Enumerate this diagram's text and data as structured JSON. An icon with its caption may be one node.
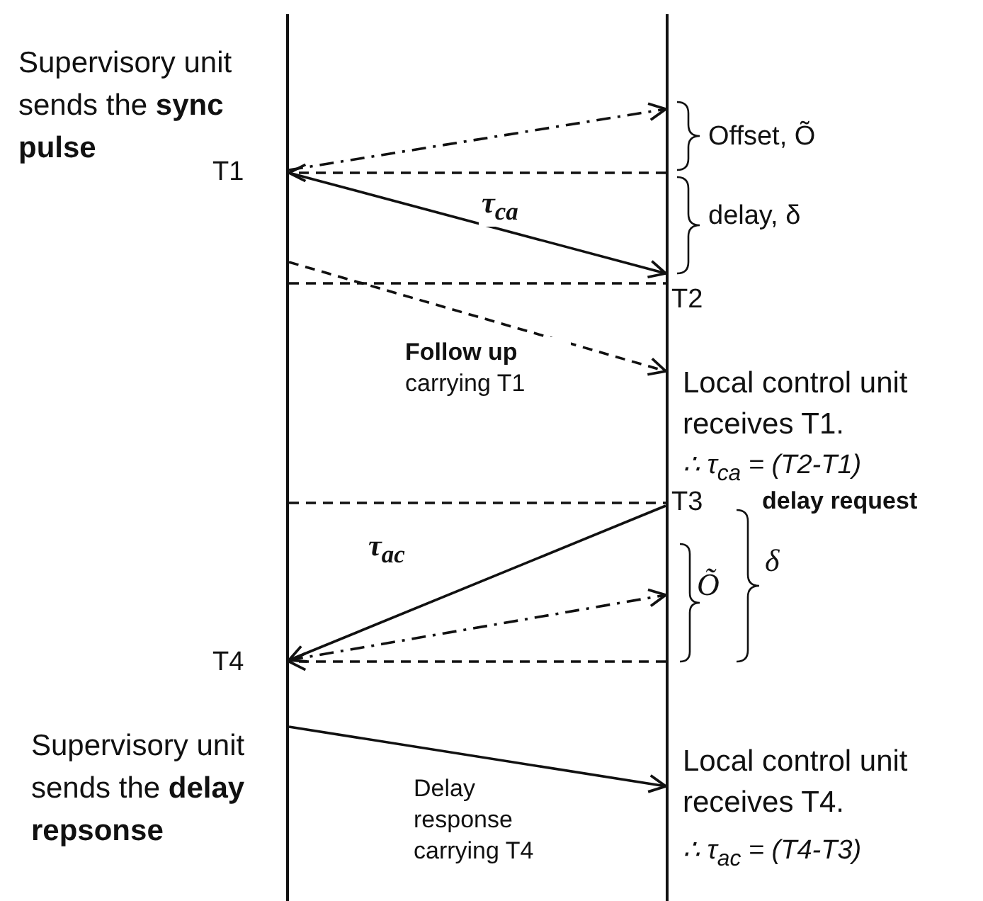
{
  "diagram": {
    "nodes": [
      {
        "text": [],
        "shape": "line"
      },
      {
        "text": [],
        "shape": "line"
      }
    ],
    "edges": [
      {
        "from": 0,
        "to": 1,
        "arrow": "to",
        "style": "dashed"
      },
      {
        "from": 1,
        "to": 0,
        "arrow": "to",
        "style": "dashed"
      },
      {
        "from": 0,
        "to": 1,
        "arrow": "to",
        "label": "τ$_{ca}$"
      },
      {
        "from": 0,
        "to": 1,
        "arrow": "none",
        "style": "dashed"
      },
      {
        "from": 0,
        "to": 1,
        "arrow": "to",
        "style": "dashed",
        "label": "**Follow up** carrying T1"
      },
      {
        "from": 0,
        "to": 1,
        "arrow": "none",
        "style": "dashed"
      },
      {
        "from": 1,
        "to": 0,
        "arrow": "to",
        "label": "τ$_{ac}$"
      },
      {
        "from": 0,
        "to": 1,
        "arrow": "to",
        "style": "dashed"
      },
      {
        "from": 1,
        "to": 0,
        "arrow": "to",
        "style": "dashed"
      },
      {
        "from": 0,
        "to": 1,
        "arrow": "to",
        "label": "Delay response carrying T4"
      }
    ],
    "labels": [
      "Supervisory unit sends the **sync pulse**",
      "T1",
      "Offset, Õ",
      "delay, δ",
      "T2",
      "Local control unit receives T1.",
      "∴ τ$_{ca}$ = (T2-T1)",
      "T3",
      "delay request",
      "Õ",
      "δ",
      "T4",
      "Supervisory unit sends the **delay repsonse**",
      "Local control unit receives T4.",
      "∴ τ$_{ac}$ = (T4-T3)"
    ]
  }
}
